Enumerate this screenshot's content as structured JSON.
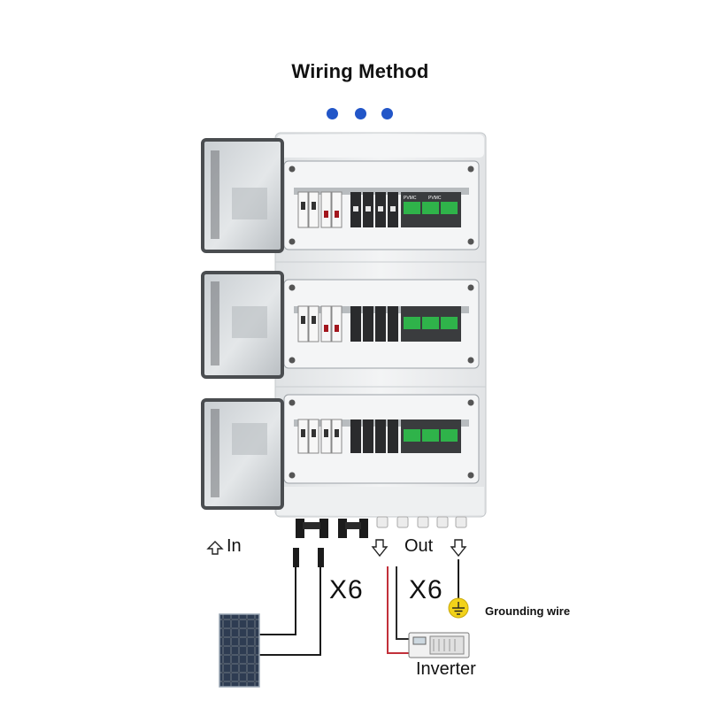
{
  "title": "Wiring Method",
  "input_label": "In",
  "output_label": "Out",
  "input_multiplier": "X6",
  "output_multiplier": "X6",
  "ground_label": "Grounding wire",
  "inverter_label": "Inverter",
  "breaker_brand": "PVMC",
  "colors": {
    "accent_dots": "#2256c8",
    "enclosure": "#e9ebec",
    "door_frame": "#4a4d50",
    "breaker_green": "#2fb34a",
    "dc_wire_red": "#c2303a",
    "ground_yellow": "#f2d21a"
  },
  "icons": [
    "arrow-up-icon",
    "arrow-down-icon",
    "ground-icon",
    "solar-panel-icon",
    "inverter-icon"
  ]
}
